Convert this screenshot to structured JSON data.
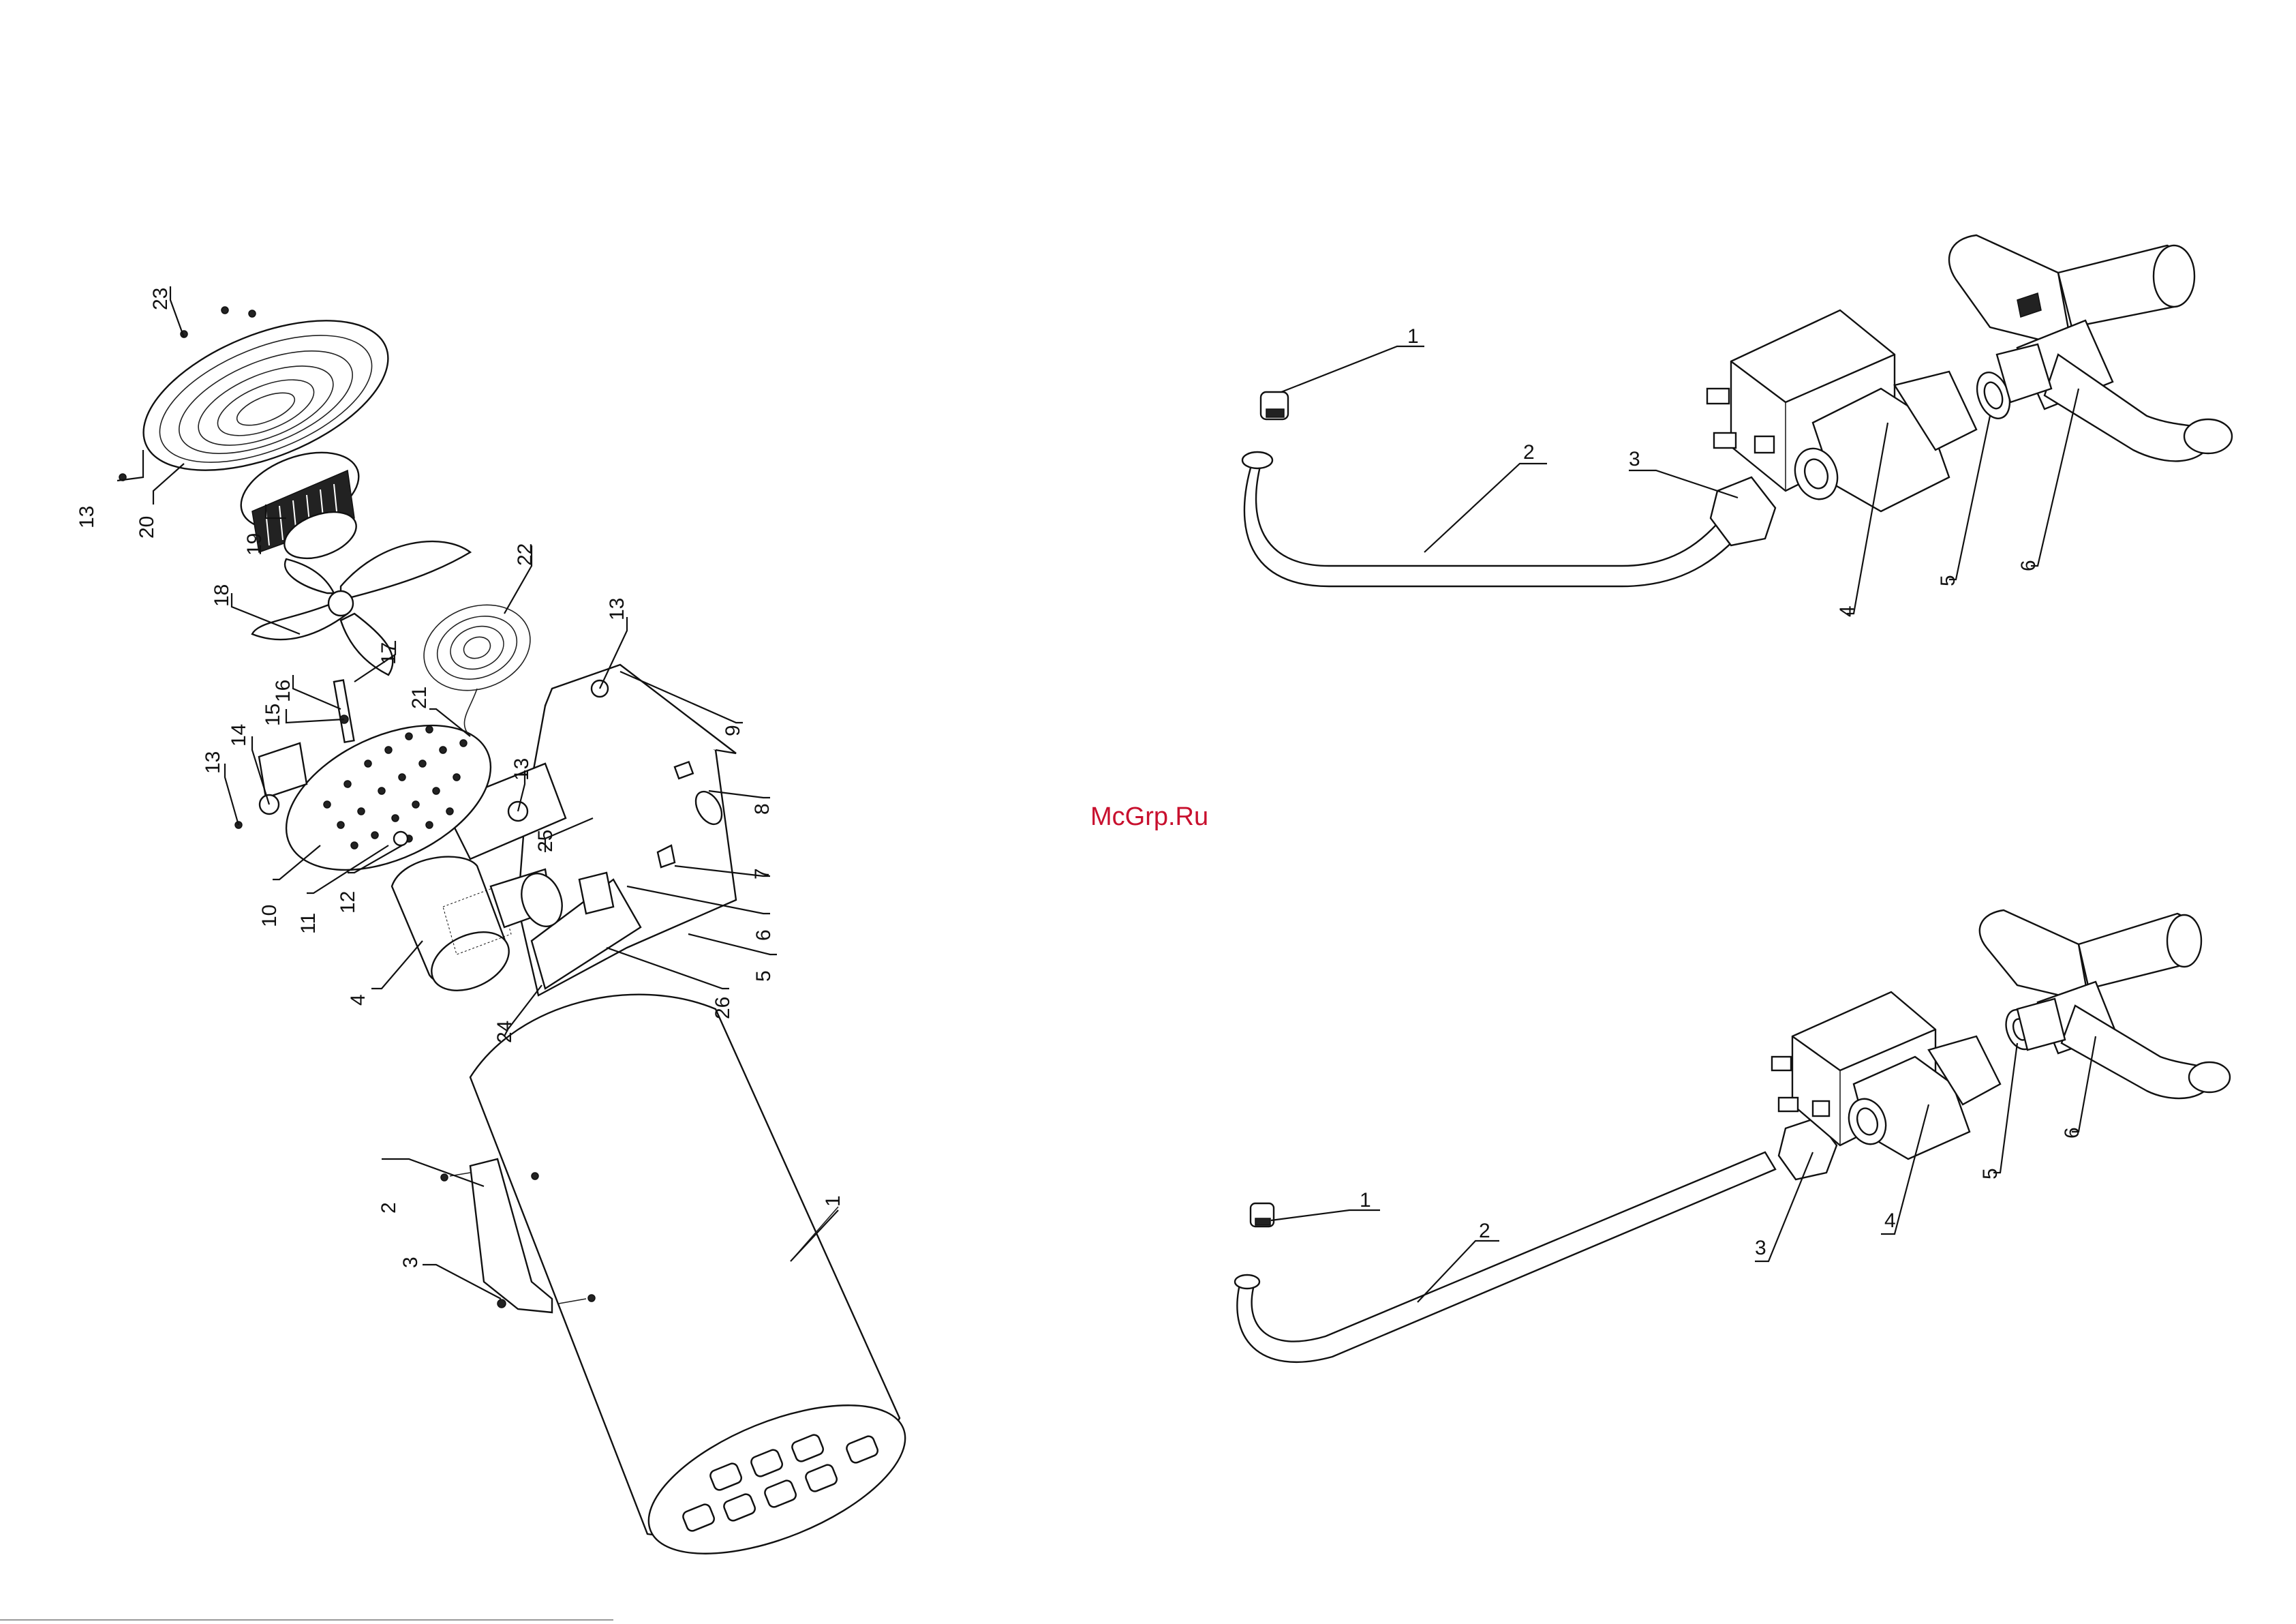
{
  "watermark": "McGrp.Ru",
  "left_assembly": {
    "callouts": [
      "1",
      "2",
      "3",
      "4",
      "5",
      "6",
      "7",
      "8",
      "9",
      "10",
      "11",
      "12",
      "13",
      "13",
      "13",
      "13",
      "14",
      "15",
      "16",
      "17",
      "18",
      "19",
      "20",
      "21",
      "22",
      "23",
      "24",
      "25",
      "26"
    ]
  },
  "right_top_assembly": {
    "callouts": [
      "1",
      "2",
      "3",
      "4",
      "5",
      "6"
    ]
  },
  "right_bottom_assembly": {
    "callouts": [
      "1",
      "2",
      "3",
      "4",
      "5",
      "6"
    ]
  }
}
